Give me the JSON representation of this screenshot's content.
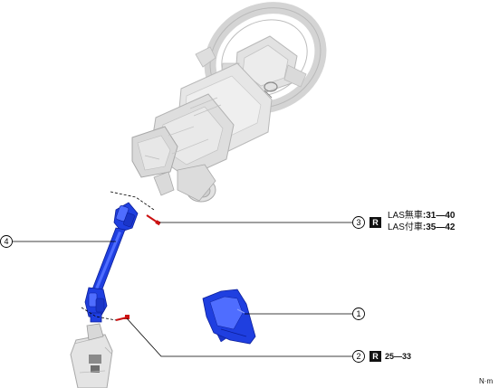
{
  "callouts": [
    {
      "num": "1"
    },
    {
      "num": "2",
      "badge": "R",
      "torque": "25—33"
    },
    {
      "num": "3",
      "badge": "R",
      "specs": [
        {
          "label": "LAS無車",
          "value": ":31—40"
        },
        {
          "label": "LAS付車",
          "value": ":35—42"
        }
      ]
    },
    {
      "num": "4"
    }
  ],
  "unit": "N·m",
  "colors": {
    "shaft": "#1f3fe0",
    "shaft_dark": "#0c1f99",
    "shaft_light": "#4f6dff",
    "column_gray": "#e8e8e8",
    "column_shade": "#c6c6c6",
    "bolt_red": "#cc1111",
    "leader_line": "#000000"
  }
}
